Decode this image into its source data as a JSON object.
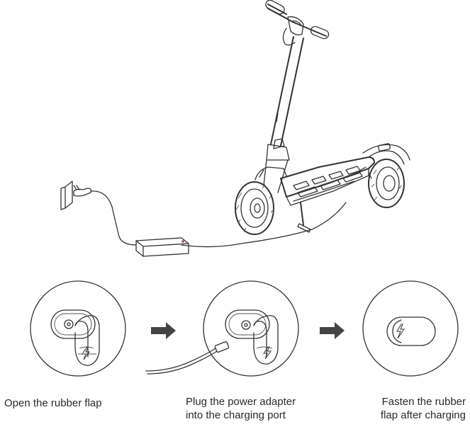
{
  "steps": [
    {
      "caption_lines": [
        "Open the rubber flap"
      ]
    },
    {
      "caption_lines": [
        "Plug the power adapter",
        "into the charging port"
      ]
    },
    {
      "caption_lines": [
        "Fasten the rubber",
        "flap after charging"
      ]
    }
  ],
  "colors": {
    "line": "#333333",
    "arrow": "#444444",
    "adapter_indicator": "#d03030"
  },
  "icons": [
    "scooter-illustration",
    "wall-socket-icon",
    "power-adapter-icon",
    "lightning-icon",
    "arrow-right-icon"
  ]
}
